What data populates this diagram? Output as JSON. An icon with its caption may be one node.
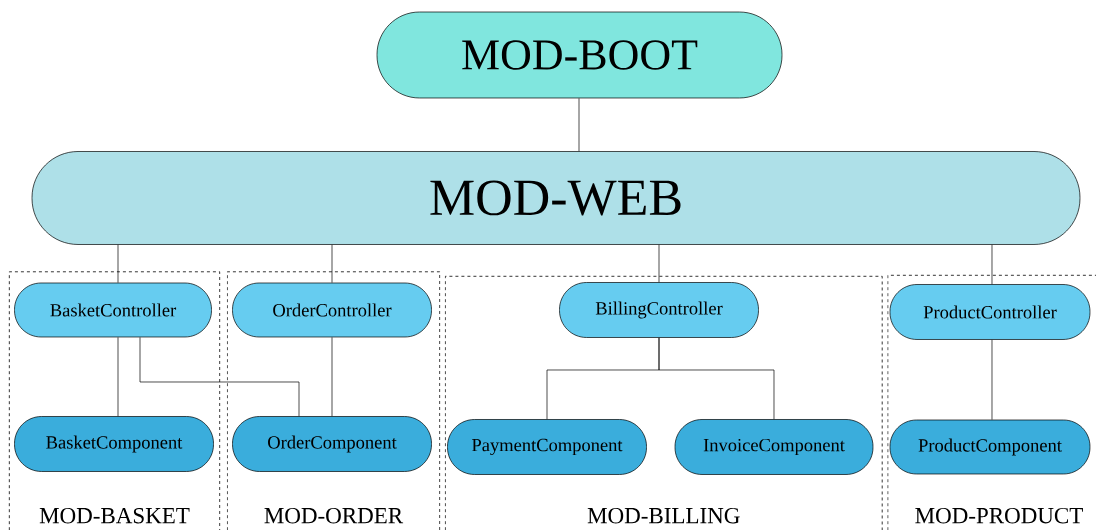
{
  "diagram": {
    "nodes": [
      {
        "text": [
          "MOD-BOOT"
        ]
      },
      {
        "text": [
          "MOD-WEB"
        ]
      },
      {
        "text": [
          "MOD-BASKET"
        ]
      },
      {
        "text": [
          "BasketController"
        ],
        "in": 2
      },
      {
        "text": [
          "BasketComponent"
        ],
        "in": 2
      },
      {
        "text": [
          "MOD-ORDER"
        ]
      },
      {
        "text": [
          "OrderController"
        ],
        "in": 5
      },
      {
        "text": [
          "OrderComponent"
        ],
        "in": 5
      },
      {
        "text": [
          "MOD-BILLING"
        ]
      },
      {
        "text": [
          "BillingController"
        ],
        "in": 8
      },
      {
        "text": [
          "PaymentComponent"
        ],
        "in": 8
      },
      {
        "text": [
          "InvoiceComponent"
        ],
        "in": 8
      },
      {
        "text": [
          "MOD-PRODUCT"
        ]
      },
      {
        "text": [
          "ProductController"
        ],
        "in": 12
      },
      {
        "text": [
          "ProductComponent"
        ],
        "in": 12
      }
    ],
    "edges": [
      {
        "from": 0,
        "to": 1,
        "arrow": "none"
      },
      {
        "from": 1,
        "to": 3,
        "arrow": "none"
      },
      {
        "from": 1,
        "to": 6,
        "arrow": "none"
      },
      {
        "from": 1,
        "to": 9,
        "arrow": "none"
      },
      {
        "from": 1,
        "to": 13,
        "arrow": "none"
      },
      {
        "from": 3,
        "to": 4,
        "arrow": "none"
      },
      {
        "from": 3,
        "to": 7,
        "arrow": "none"
      },
      {
        "from": 6,
        "to": 7,
        "arrow": "none"
      },
      {
        "from": 9,
        "to": 10,
        "arrow": "none"
      },
      {
        "from": 9,
        "to": 11,
        "arrow": "none"
      },
      {
        "from": 13,
        "to": 14,
        "arrow": "none"
      }
    ]
  }
}
